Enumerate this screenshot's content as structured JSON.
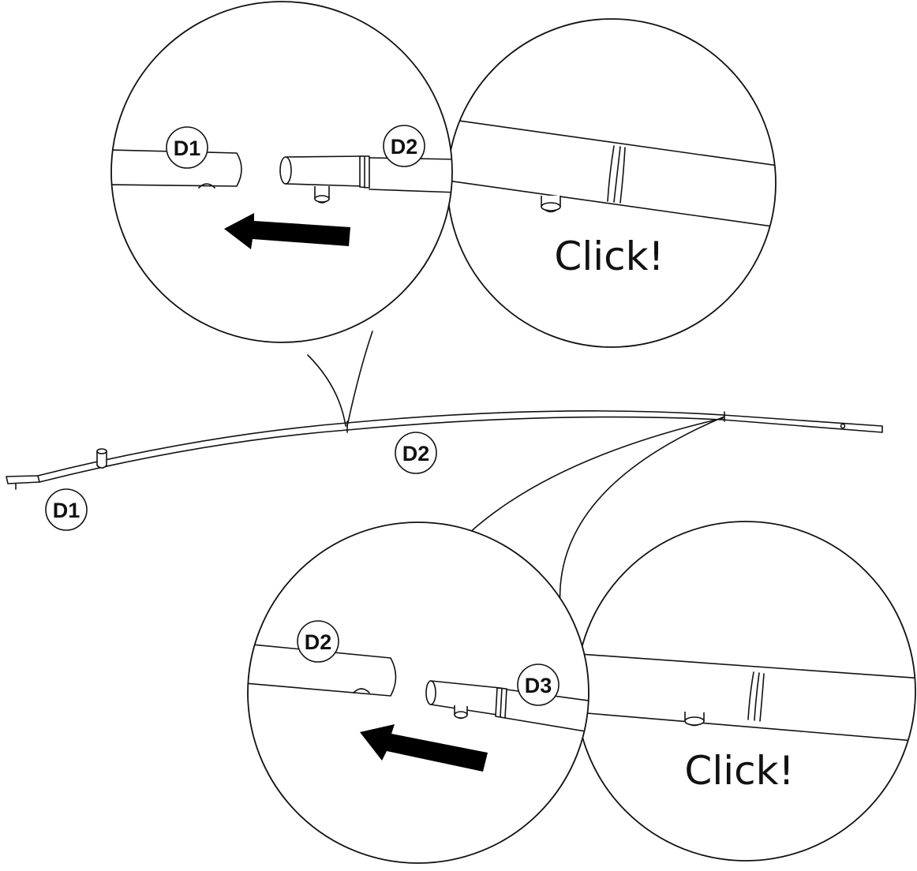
{
  "labels": {
    "top_left_zoom_a": "D1",
    "top_left_zoom_b": "D2",
    "top_right_zoom_text": "Click!",
    "main_pole_mid": "D2",
    "main_pole_end": "D1",
    "bottom_left_zoom_a": "D2",
    "bottom_left_zoom_b": "D3",
    "bottom_right_zoom_text": "Click!"
  },
  "colors": {
    "line": "#111111",
    "background": "#ffffff",
    "arrow": "#000000"
  },
  "icons": {
    "direction_arrow": "arrow-left-icon"
  }
}
